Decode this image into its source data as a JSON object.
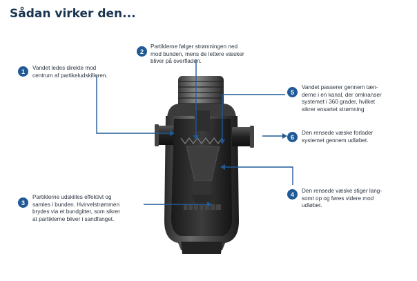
{
  "title": "Sådan virker den...",
  "accent_color": "#1f5a96",
  "steps": [
    {
      "number": "1",
      "text": "Vandet ledes direkte mod\ncentrum af partikeludskilleren."
    },
    {
      "number": "2",
      "text": "Partiklerne følger strømningen ned\nmod bunden, mens de lettere væsker\nbliver på overfladen."
    },
    {
      "number": "3",
      "text": "Partiklerne udskilles effektivt og\nsamles i bunden. Hvirvelstrømmen\nbrydes via et bundgitter, som sikrer\nat partiklerne bliver i sandfanget."
    },
    {
      "number": "4",
      "text": "Den rensede væske stiger lang-\nsomt op og føres videre mod\nudløbet."
    },
    {
      "number": "5",
      "text": "Vandet passerer gennem tæn-\nderne i en kanal, der omkranser\nsystemet i 360 grader, hvilket\nsikrer ensartet strømning"
    },
    {
      "number": "6",
      "text": "Den rensede væske forlader\nsystemet gennem udløbet."
    }
  ]
}
